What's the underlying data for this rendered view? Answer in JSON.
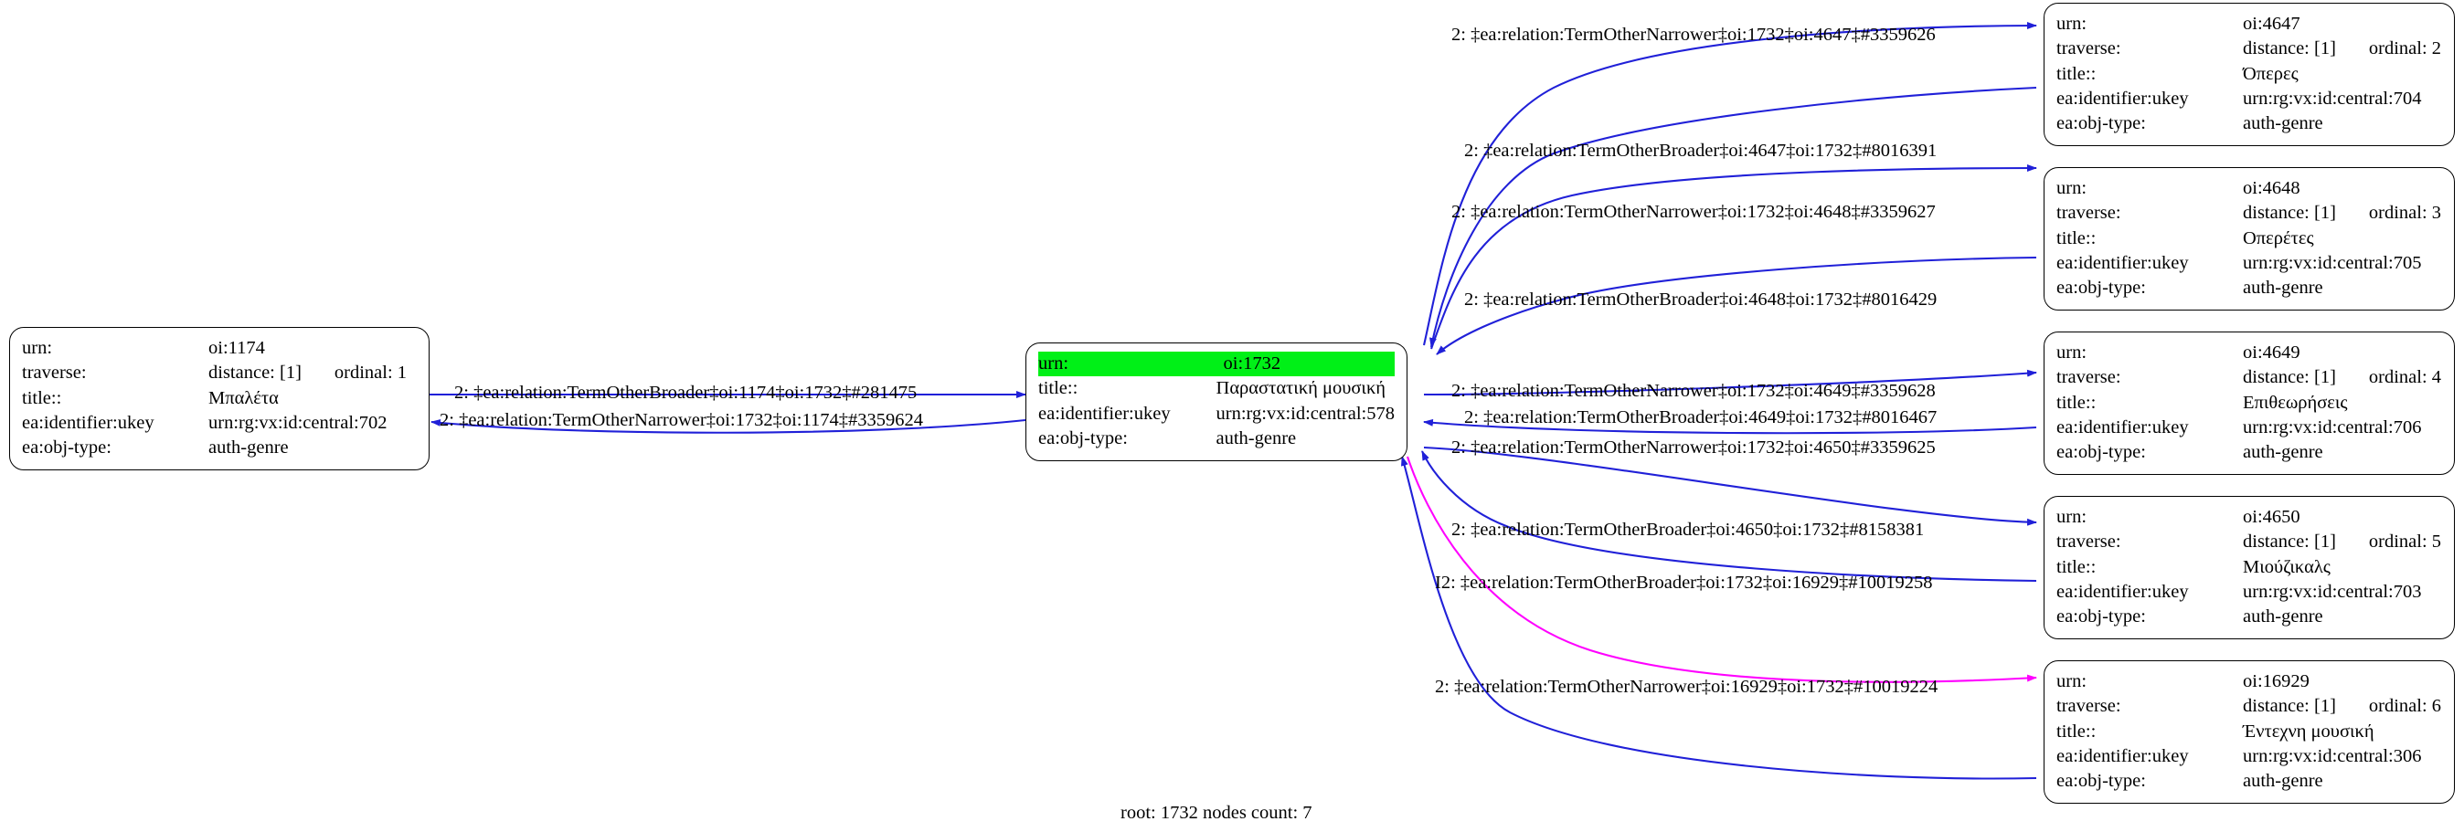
{
  "graph": {
    "caption": "root: 1732 nodes count: 7",
    "colors": {
      "edge_default": "#2020d8",
      "edge_highlight": "#ff00ff",
      "node_border": "#000000",
      "node_background": "#ffffff",
      "row_highlight": "#00f017",
      "text": "#000000"
    },
    "labels": {
      "urn": "urn:",
      "traverse": "traverse:",
      "title": "title::",
      "ukey": "ea:identifier:ukey",
      "objtype": "ea:obj-type:"
    },
    "nodes": [
      {
        "id": "oi1174",
        "urn": "oi:1174",
        "traverse_distance": "distance: [1]",
        "traverse_ordinal": "ordinal: 1",
        "title": "Μπαλέτα",
        "ukey": "urn:rg:vx:id:central:702",
        "objtype": "auth-genre",
        "highlighted": false
      },
      {
        "id": "oi1732",
        "urn": "oi:1732",
        "traverse_distance": "",
        "traverse_ordinal": "",
        "title": "Παραστατική μουσική",
        "ukey": "urn:rg:vx:id:central:578",
        "objtype": "auth-genre",
        "highlighted": true
      },
      {
        "id": "oi4647",
        "urn": "oi:4647",
        "traverse_distance": "distance: [1]",
        "traverse_ordinal": "ordinal: 2",
        "title": "Όπερες",
        "ukey": "urn:rg:vx:id:central:704",
        "objtype": "auth-genre",
        "highlighted": false
      },
      {
        "id": "oi4648",
        "urn": "oi:4648",
        "traverse_distance": "distance: [1]",
        "traverse_ordinal": "ordinal: 3",
        "title": "Οπερέτες",
        "ukey": "urn:rg:vx:id:central:705",
        "objtype": "auth-genre",
        "highlighted": false
      },
      {
        "id": "oi4649",
        "urn": "oi:4649",
        "traverse_distance": "distance: [1]",
        "traverse_ordinal": "ordinal: 4",
        "title": "Επιθεωρήσεις",
        "ukey": "urn:rg:vx:id:central:706",
        "objtype": "auth-genre",
        "highlighted": false
      },
      {
        "id": "oi4650",
        "urn": "oi:4650",
        "traverse_distance": "distance: [1]",
        "traverse_ordinal": "ordinal: 5",
        "title": "Μιούζικαλς",
        "ukey": "urn:rg:vx:id:central:703",
        "objtype": "auth-genre",
        "highlighted": false
      },
      {
        "id": "oi16929",
        "urn": "oi:16929",
        "traverse_distance": "distance: [1]",
        "traverse_ordinal": "ordinal: 6",
        "title": "Έντεχνη μουσική",
        "ukey": "urn:rg:vx:id:central:306",
        "objtype": "auth-genre",
        "highlighted": false
      }
    ],
    "edges": [
      {
        "id": "e1",
        "label": "2: ‡ea:relation:TermOtherNarrower‡oi:1732‡oi:4647‡#3359626",
        "from": "oi1732",
        "to": "oi4647",
        "color": "#2020d8"
      },
      {
        "id": "e2",
        "label": "2: ‡ea:relation:TermOtherBroader‡oi:4647‡oi:1732‡#8016391",
        "from": "oi4647",
        "to": "oi1732",
        "color": "#2020d8"
      },
      {
        "id": "e3",
        "label": "2: ‡ea:relation:TermOtherNarrower‡oi:1732‡oi:4648‡#3359627",
        "from": "oi1732",
        "to": "oi4648",
        "color": "#2020d8"
      },
      {
        "id": "e4",
        "label": "2: ‡ea:relation:TermOtherBroader‡oi:4648‡oi:1732‡#8016429",
        "from": "oi4648",
        "to": "oi1732",
        "color": "#2020d8"
      },
      {
        "id": "e5",
        "label": "2: ‡ea:relation:TermOtherNarrower‡oi:1732‡oi:4649‡#3359628",
        "from": "oi1732",
        "to": "oi4649",
        "color": "#2020d8"
      },
      {
        "id": "e6",
        "label": "2: ‡ea:relation:TermOtherBroader‡oi:4649‡oi:1732‡#8016467",
        "from": "oi4649",
        "to": "oi1732",
        "color": "#2020d8"
      },
      {
        "id": "e7",
        "label": "2: ‡ea:relation:TermOtherNarrower‡oi:1732‡oi:4650‡#3359625",
        "from": "oi1732",
        "to": "oi4650",
        "color": "#2020d8"
      },
      {
        "id": "e8",
        "label": "2: ‡ea:relation:TermOtherBroader‡oi:4650‡oi:1732‡#8158381",
        "from": "oi4650",
        "to": "oi1732",
        "color": "#2020d8"
      },
      {
        "id": "e9",
        "label": "I2: ‡ea:relation:TermOtherBroader‡oi:1732‡oi:16929‡#10019258",
        "from": "oi1732",
        "to": "oi16929",
        "color": "#ff00ff"
      },
      {
        "id": "e10",
        "label": "2: ‡ea:relation:TermOtherNarrower‡oi:16929‡oi:1732‡#10019224",
        "from": "oi16929",
        "to": "oi1732",
        "color": "#2020d8"
      },
      {
        "id": "e11",
        "label": "2: ‡ea:relation:TermOtherBroader‡oi:1174‡oi:1732‡#281475",
        "from": "oi1174",
        "to": "oi1732",
        "color": "#2020d8"
      },
      {
        "id": "e12",
        "label": "2: ‡ea:relation:TermOtherNarrower‡oi:1732‡oi:1174‡#3359624",
        "from": "oi1732",
        "to": "oi1174",
        "color": "#2020d8"
      }
    ]
  }
}
